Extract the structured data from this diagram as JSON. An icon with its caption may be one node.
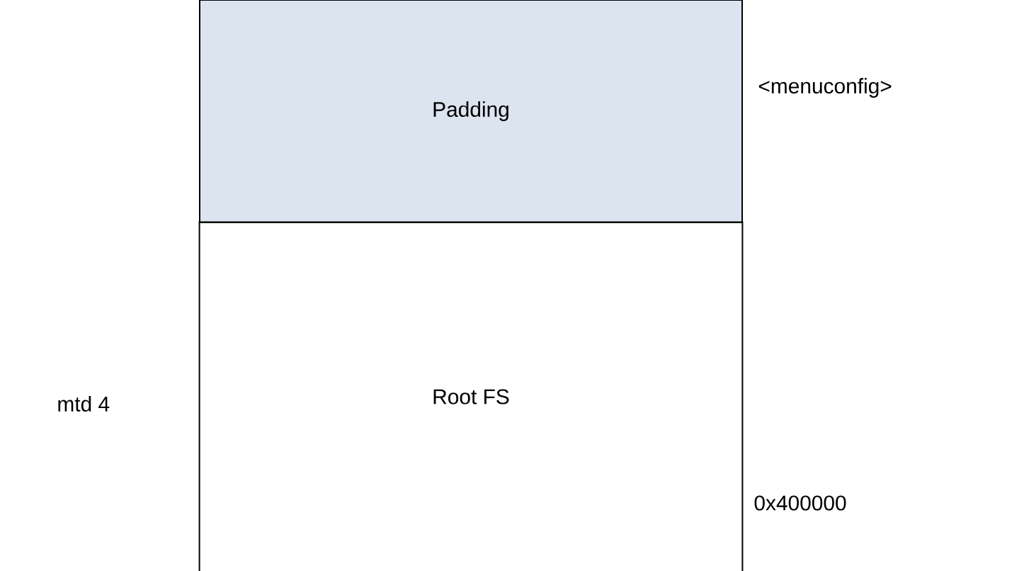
{
  "diagram": {
    "nodes": [
      {
        "text": [
          "Padding"
        ]
      },
      {
        "text": [
          "Root FS"
        ]
      }
    ],
    "labels": [
      "<menuconfig>",
      "mtd 4",
      "0x400000"
    ]
  }
}
